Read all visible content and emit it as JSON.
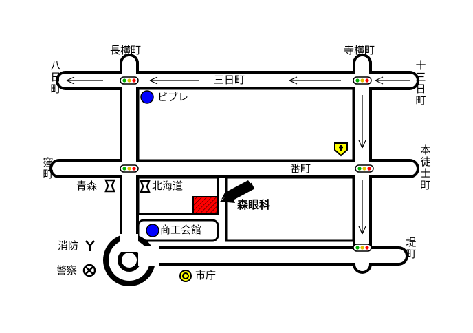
{
  "colors": {
    "road_outline": "#000000",
    "road_fill": "#ffffff",
    "marker_blue": "#0000ff",
    "clinic_red": "#ff0000",
    "signal_green": "#00b000",
    "signal_yellow": "#e0c000",
    "signal_red": "#ff0000",
    "hospital_yellow": "#ffff00",
    "city_hall_yellow": "#ffff00"
  },
  "intersections": {
    "nagayokocho": "長横町",
    "terayokocho": "寺横町",
    "youkamachi": "八日町",
    "juusannichimachi": "十三日町",
    "kubomachi": "窪町",
    "hontogishimachi": "本徒士町",
    "tsutsumimachi": "堤町"
  },
  "streets": {
    "sannichimachi": "三日町",
    "banchou": "番町"
  },
  "landmarks": {
    "bible": "ビブレ",
    "hokkaido": "北海道",
    "aomori": "青森",
    "shoukou_kaikan": "商工会館",
    "shouboo": "消防",
    "keisatsu": "警察",
    "shichou": "市庁",
    "clinic": "森眼科"
  },
  "icons": {
    "traffic_signal": "traffic-signal-icon",
    "hospital": "hospital-icon",
    "bank": "bank-icon",
    "fire_station": "fire-station-icon",
    "police": "police-icon",
    "city_hall": "city-hall-icon",
    "department_store": "store-circle-icon"
  }
}
